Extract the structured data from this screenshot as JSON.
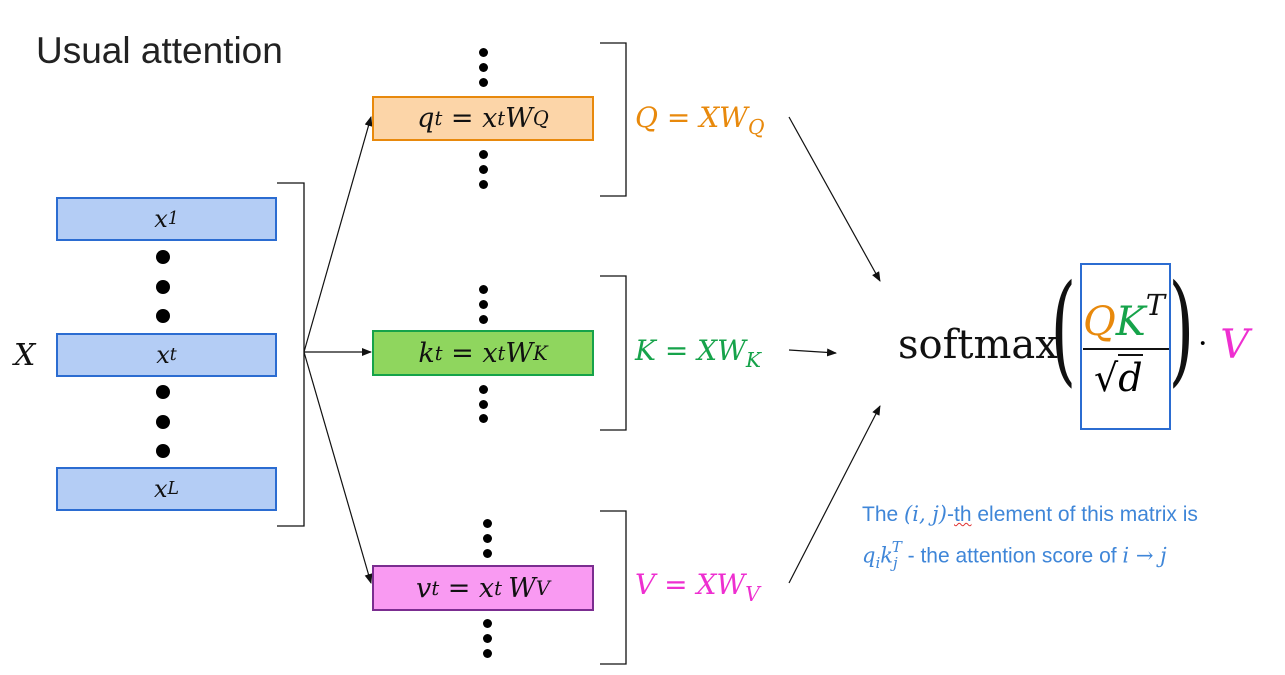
{
  "title": "Usual attention",
  "input_label": "X",
  "inputs": [
    {
      "base": "x",
      "sub": "1"
    },
    {
      "base": "x",
      "sub": "t"
    },
    {
      "base": "x",
      "sub": "L"
    }
  ],
  "projections": [
    {
      "lhs": "q",
      "lhs_sub": "t",
      "mid": " = x",
      "mid_sub": "t",
      "W": "W",
      "W_sub": "Q",
      "matrix": "Q",
      "matrix_eq": " = XW",
      "matrix_sub": "Q",
      "color": "#e8890c",
      "fill": "#fcd5a8",
      "border": "#e8890c"
    },
    {
      "lhs": "k",
      "lhs_sub": "t",
      "mid": " = x",
      "mid_sub": "t",
      "W": "W",
      "W_sub": "K",
      "matrix": "K",
      "matrix_eq": " = XW",
      "matrix_sub": "K",
      "color": "#16a34a",
      "fill": "#8fd65e",
      "border": "#16a34a"
    },
    {
      "lhs": "v",
      "lhs_sub": "t",
      "mid": " = x",
      "mid_sub": "t ",
      "W": "W",
      "W_sub": "V",
      "matrix": "V",
      "matrix_eq": " = XW",
      "matrix_sub": "V",
      "color": "#ee2fd0",
      "fill": "#f99af2",
      "border": "#7b2d90"
    }
  ],
  "output": {
    "func": "softmax",
    "num_q": "Q",
    "num_k": "K",
    "num_sup": "T",
    "den": "d",
    "sqrt": "√",
    "dot": "·",
    "v": "V",
    "q_color": "#e8890c",
    "k_color": "#16a34a",
    "v_color": "#ee2fd0",
    "highlight_color": "#2b6cd1"
  },
  "note": {
    "line1_pre": "The ",
    "line1_math": "(i, j)",
    "line1_dash": "-",
    "line1_th": "th",
    "line1_post": " element of this matrix is",
    "line2_q": "q",
    "line2_qsub": "i",
    "line2_k": "k",
    "line2_ksub": "j",
    "line2_ksup": "T",
    "line2_post": " - the attention score of ",
    "line2_arrow": "i → j",
    "color": "#3f86d8"
  }
}
